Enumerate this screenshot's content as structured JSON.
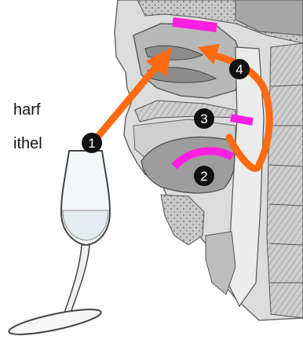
{
  "left_text": [
    "harf",
    "ithel"
  ],
  "markers": [
    {
      "label": "1"
    },
    {
      "label": "2"
    },
    {
      "label": "3"
    },
    {
      "label": "4"
    }
  ],
  "colors": {
    "arrow": "#ff6a12",
    "highlight": "#ff1fe0",
    "marker_bg": "#111111",
    "marker_text": "#ffffff",
    "anatomy_light": "#d8d8d8",
    "anatomy_mid": "#a9a9a9",
    "anatomy_dark": "#555555"
  }
}
